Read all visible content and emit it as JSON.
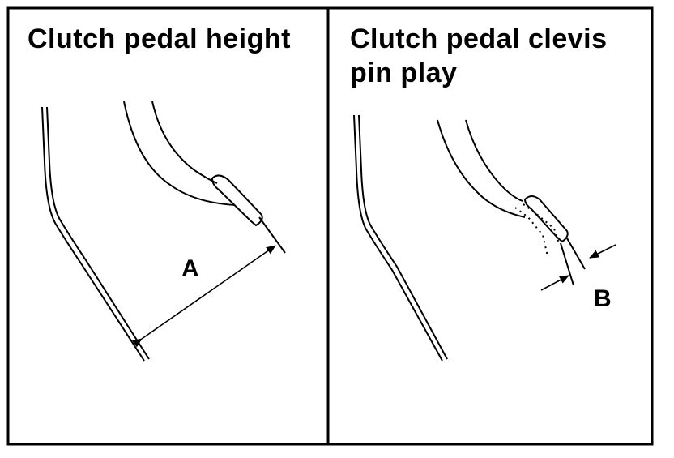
{
  "panels": [
    {
      "title": "Clutch pedal height",
      "dimension_label": "A"
    },
    {
      "title": "Clutch pedal clevis\npin play",
      "dimension_label": "B"
    }
  ]
}
